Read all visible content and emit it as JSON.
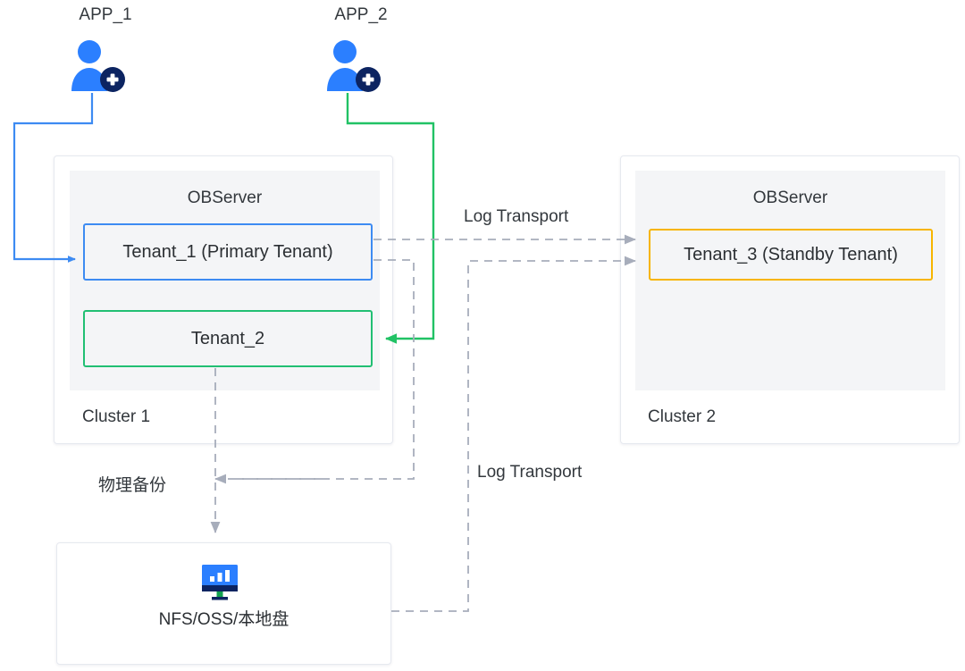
{
  "diagram": {
    "title_elements": {
      "app1_label": "APP_1",
      "app2_label": "APP_2"
    },
    "cluster1": {
      "name": "Cluster 1",
      "observer_label": "OBServer",
      "tenants": [
        {
          "label": "Tenant_1 (Primary Tenant)",
          "role": "primary",
          "border_color": "#3d8bf2"
        },
        {
          "label": "Tenant_2",
          "role": "secondary",
          "border_color": "#21bf73"
        }
      ]
    },
    "cluster2": {
      "name": "Cluster 2",
      "observer_label": "OBServer",
      "tenants": [
        {
          "label": "Tenant_3 (Standby Tenant)",
          "role": "standby",
          "border_color": "#f7b500"
        }
      ]
    },
    "storage": {
      "label": "NFS/OSS/本地盘",
      "icon": "monitor-chart-icon"
    },
    "edges": {
      "log_transport_top": "Log Transport",
      "log_transport_bottom": "Log Transport",
      "physical_backup": "物理备份"
    },
    "icons": {
      "app1": "user-add-icon",
      "app2": "user-add-icon"
    },
    "colors": {
      "app1_link": "#3d8bf2",
      "app2_link": "#21c265",
      "dashed_link": "#a7adbb",
      "panel_bg": "#f4f5f7",
      "card_border": "#e6e9ef",
      "text": "#2b2f33",
      "icon_blue": "#2b7fff",
      "icon_navy": "#0c2461",
      "icon_green": "#12a150"
    }
  }
}
